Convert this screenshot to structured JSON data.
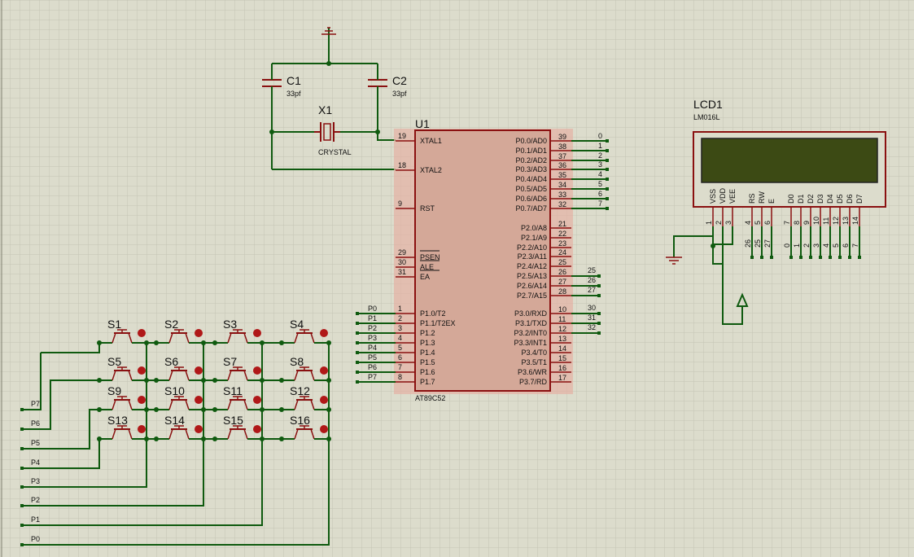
{
  "components": {
    "c1": {
      "ref": "C1",
      "value": "33pf"
    },
    "c2": {
      "ref": "C2",
      "value": "33pf"
    },
    "x1": {
      "ref": "X1",
      "value": "CRYSTAL"
    },
    "u1": {
      "ref": "U1",
      "part": "AT89C52"
    },
    "lcd": {
      "ref": "LCD1",
      "part": "LM016L"
    }
  },
  "u1_left_pins": [
    {
      "num": "19",
      "name": "XTAL1"
    },
    {
      "num": "18",
      "name": "XTAL2"
    },
    {
      "num": "9",
      "name": "RST"
    },
    {
      "num": "29",
      "name": "PSEN"
    },
    {
      "num": "30",
      "name": "ALE"
    },
    {
      "num": "31",
      "name": "EA"
    },
    {
      "num": "1",
      "name": "P1.0/T2"
    },
    {
      "num": "2",
      "name": "P1.1/T2EX"
    },
    {
      "num": "3",
      "name": "P1.2"
    },
    {
      "num": "4",
      "name": "P1.3"
    },
    {
      "num": "5",
      "name": "P1.4"
    },
    {
      "num": "6",
      "name": "P1.5"
    },
    {
      "num": "7",
      "name": "P1.6"
    },
    {
      "num": "8",
      "name": "P1.7"
    }
  ],
  "u1_right_pins": [
    {
      "num": "39",
      "name": "P0.0/AD0"
    },
    {
      "num": "38",
      "name": "P0.1/AD1"
    },
    {
      "num": "37",
      "name": "P0.2/AD2"
    },
    {
      "num": "36",
      "name": "P0.3/AD3"
    },
    {
      "num": "35",
      "name": "P0.4/AD4"
    },
    {
      "num": "34",
      "name": "P0.5/AD5"
    },
    {
      "num": "33",
      "name": "P0.6/AD6"
    },
    {
      "num": "32",
      "name": "P0.7/AD7"
    },
    {
      "num": "21",
      "name": "P2.0/A8"
    },
    {
      "num": "22",
      "name": "P2.1/A9"
    },
    {
      "num": "23",
      "name": "P2.2/A10"
    },
    {
      "num": "24",
      "name": "P2.3/A11"
    },
    {
      "num": "25",
      "name": "P2.4/A12"
    },
    {
      "num": "26",
      "name": "P2.5/A13"
    },
    {
      "num": "27",
      "name": "P2.6/A14"
    },
    {
      "num": "28",
      "name": "P2.7/A15"
    },
    {
      "num": "10",
      "name": "P3.0/RXD"
    },
    {
      "num": "11",
      "name": "P3.1/TXD"
    },
    {
      "num": "12",
      "name": "P3.2/INT0"
    },
    {
      "num": "13",
      "name": "P3.3/INT1"
    },
    {
      "num": "14",
      "name": "P3.4/T0"
    },
    {
      "num": "15",
      "name": "P3.5/T1"
    },
    {
      "num": "16",
      "name": "P3.6/WR"
    },
    {
      "num": "17",
      "name": "P3.7/RD"
    }
  ],
  "p0_net_labels": [
    "0",
    "1",
    "2",
    "3",
    "4",
    "5",
    "6",
    "7"
  ],
  "p2_net_labels": [
    "25",
    "26",
    "27"
  ],
  "p3_net_labels": [
    "30",
    "31",
    "32"
  ],
  "p1_net_labels": [
    "P0",
    "P1",
    "P2",
    "P3",
    "P4",
    "P5",
    "P6",
    "P7"
  ],
  "lcd_pins": [
    {
      "name": "VSS",
      "num": "1"
    },
    {
      "name": "VDD",
      "num": "2"
    },
    {
      "name": "VEE",
      "num": "3"
    },
    {
      "name": "RS",
      "num": "4"
    },
    {
      "name": "RW",
      "num": "5"
    },
    {
      "name": "E",
      "num": "6"
    },
    {
      "name": "D0",
      "num": "7"
    },
    {
      "name": "D1",
      "num": "8"
    },
    {
      "name": "D2",
      "num": "9"
    },
    {
      "name": "D3",
      "num": "10"
    },
    {
      "name": "D4",
      "num": "11"
    },
    {
      "name": "D5",
      "num": "12"
    },
    {
      "name": "D6",
      "num": "13"
    },
    {
      "name": "D7",
      "num": "14"
    }
  ],
  "lcd_ctrl_net_labels": [
    "26",
    "25",
    "27"
  ],
  "lcd_data_net_labels": [
    "0",
    "1",
    "2",
    "3",
    "4",
    "5",
    "6",
    "7"
  ],
  "switches": [
    "S1",
    "S2",
    "S3",
    "S4",
    "S5",
    "S6",
    "S7",
    "S8",
    "S9",
    "S10",
    "S11",
    "S12",
    "S13",
    "S14",
    "S15",
    "S16"
  ],
  "keypad_net_labels": [
    "P7",
    "P6",
    "P5",
    "P4",
    "P3",
    "P2",
    "P1",
    "P0"
  ],
  "colors": {
    "background": "#dcdccc",
    "grid": "#c4c4b4",
    "wire": "#0f5a0f",
    "component": "#8a1010",
    "chip_fill": "#d4a898",
    "lcd_screen": "#3c4a14"
  }
}
